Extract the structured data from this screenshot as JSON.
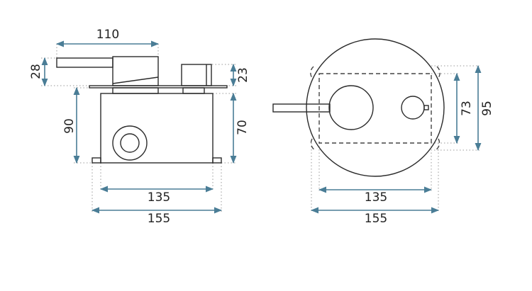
{
  "side_view": {
    "width_handle": "110",
    "height_handle": "28",
    "height_knob": "23",
    "depth_total": "90",
    "depth_box": "70",
    "width_box": "135",
    "width_total": "155"
  },
  "front_view": {
    "height_inner": "73",
    "height_outer": "95",
    "width_box": "135",
    "width_total": "155"
  },
  "colors": {
    "outline": "#2b2b2b",
    "dimension": "#4a7d96"
  }
}
